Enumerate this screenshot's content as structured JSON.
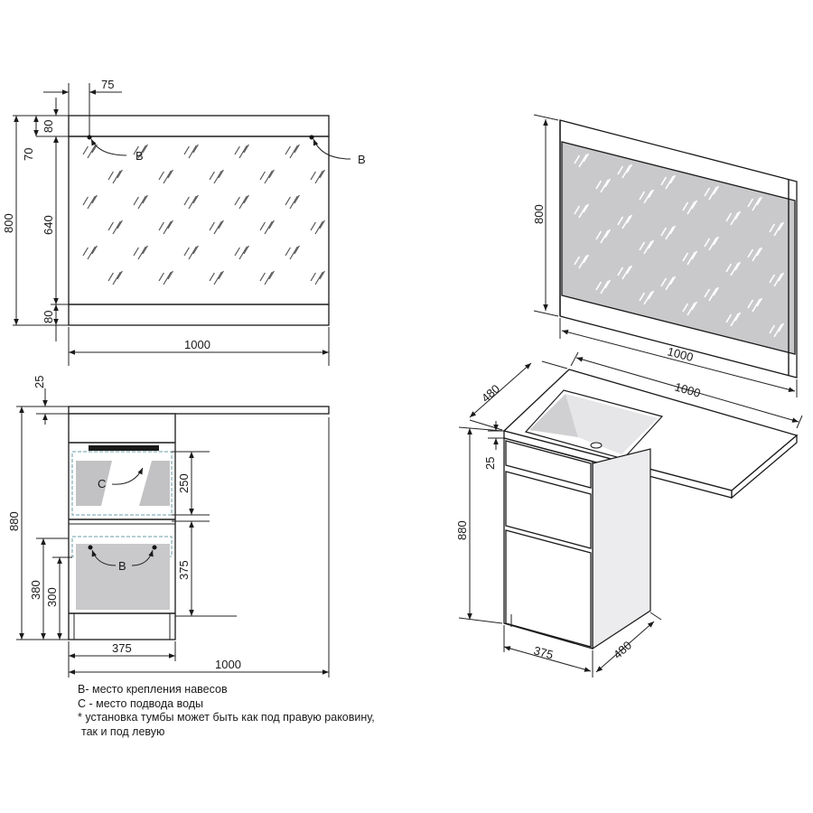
{
  "mirror_front": {
    "dim_offset": "75",
    "dim_top_strip": "80",
    "dim_hook_offset": "70",
    "dim_total_height": "800",
    "dim_glass_height": "640",
    "dim_bottom_strip": "80",
    "dim_width": "1000",
    "hook_label_left": "B",
    "hook_label_right": "B"
  },
  "mirror_iso": {
    "dim_height": "800",
    "dim_width": "1000"
  },
  "cabinet_front": {
    "dim_top": "25",
    "dim_total_height": "880",
    "dim_upper_zone": "250",
    "dim_lower_zone": "375",
    "dim_380": "380",
    "dim_300": "300",
    "dim_cabinet_width": "375",
    "dim_total_width": "1000",
    "water_label": "C",
    "hook_label": "B"
  },
  "cabinet_iso": {
    "dim_depth_top": "480",
    "dim_width_top": "1000",
    "dim_top_thickness": "25",
    "dim_height": "880",
    "dim_width_bottom": "375",
    "dim_depth_bottom": "480"
  },
  "notes": [
    "B- место крепления навесов",
    "С - место подвода воды",
    "* установка тумбы может быть как под правую раковину,",
    "  так и под левую"
  ]
}
